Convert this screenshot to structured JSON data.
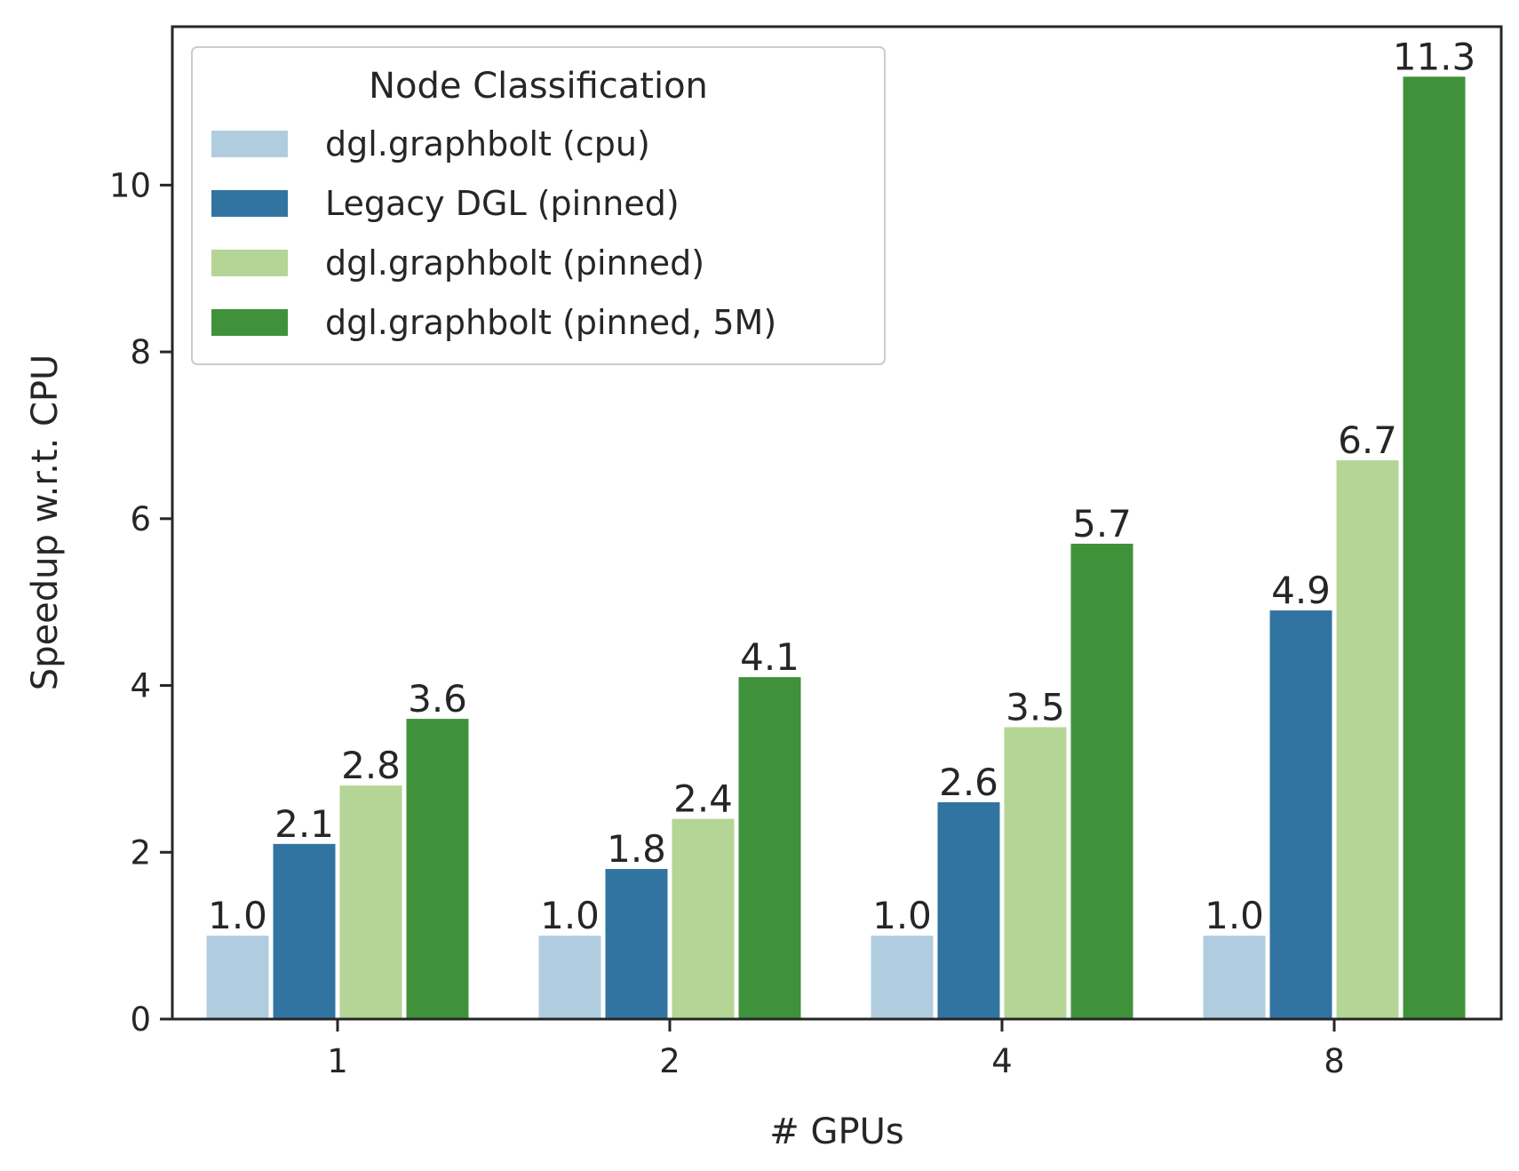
{
  "chart_data": {
    "type": "bar",
    "categories": [
      "1",
      "2",
      "4",
      "8"
    ],
    "series": [
      {
        "name": "dgl.graphbolt (cpu)",
        "color": "#b0cde0",
        "values": [
          1.0,
          1.0,
          1.0,
          1.0
        ],
        "labels": [
          "1.0",
          "1.0",
          "1.0",
          "1.0"
        ]
      },
      {
        "name": "Legacy DGL (pinned)",
        "color": "#3274a1",
        "values": [
          2.1,
          1.8,
          2.6,
          4.9
        ],
        "labels": [
          "2.1",
          "1.8",
          "2.6",
          "4.9"
        ]
      },
      {
        "name": "dgl.graphbolt (pinned)",
        "color": "#b4d595",
        "values": [
          2.8,
          2.4,
          3.5,
          6.7
        ],
        "labels": [
          "2.8",
          "2.4",
          "3.5",
          "6.7"
        ]
      },
      {
        "name": "dgl.graphbolt (pinned, 5M)",
        "color": "#3f923a",
        "values": [
          3.6,
          4.1,
          5.7,
          11.3
        ],
        "labels": [
          "3.6",
          "4.1",
          "5.7",
          "11.3"
        ]
      }
    ],
    "xlabel": "# GPUs",
    "ylabel": "Speedup w.r.t. CPU",
    "ylim": [
      0,
      11.9
    ],
    "yticks": [
      "0",
      "2",
      "4",
      "6",
      "8",
      "10"
    ],
    "legend": {
      "title": "Node Classification",
      "position": "top-left"
    },
    "grid": false
  }
}
